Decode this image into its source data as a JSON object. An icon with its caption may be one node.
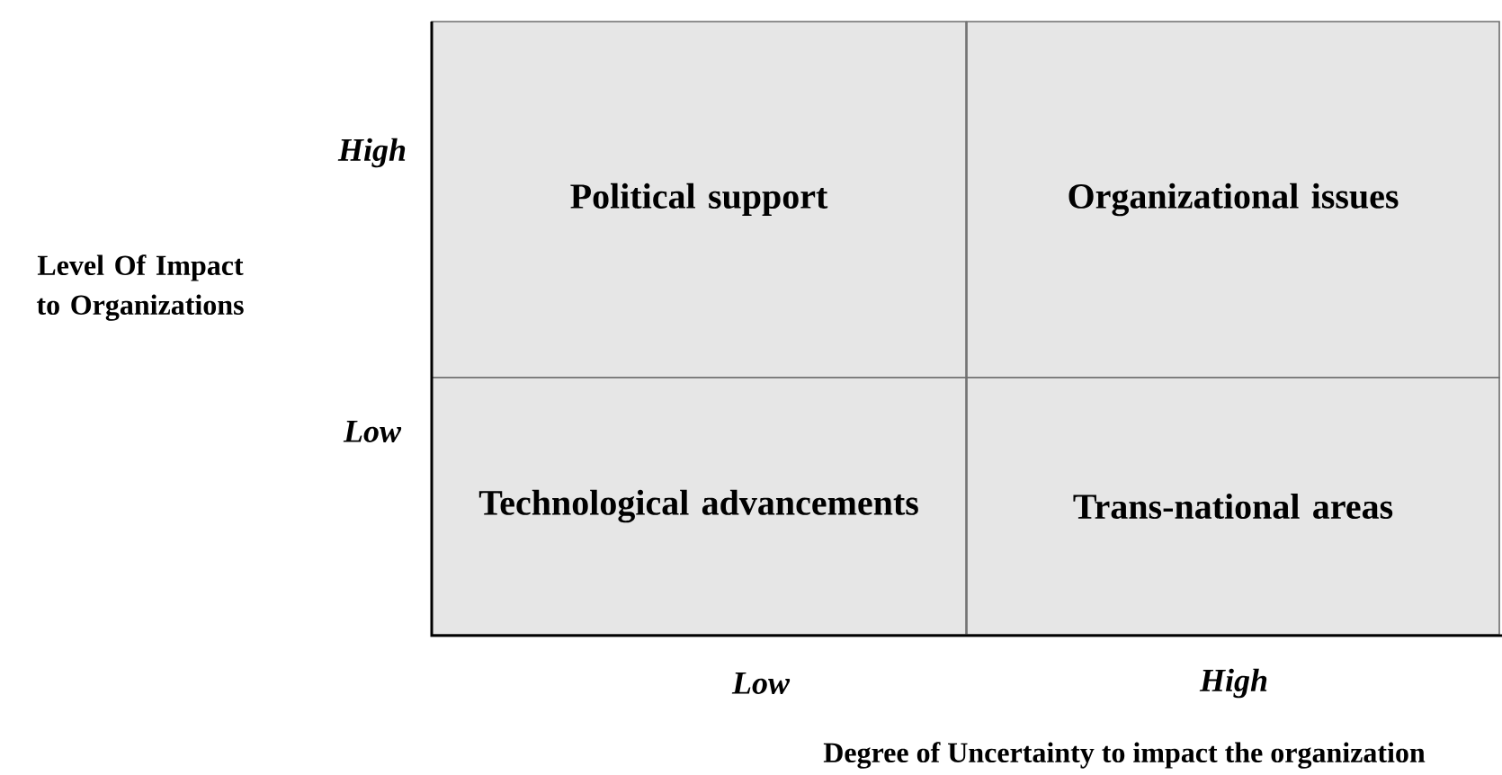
{
  "diagram": {
    "nodes": [
      {
        "text": [
          "Political support"
        ]
      },
      {
        "text": [
          "Organizational issues"
        ]
      },
      {
        "text": [
          "Technological advancements"
        ]
      },
      {
        "text": [
          "Trans-national areas"
        ]
      }
    ],
    "labels": [
      "High",
      "Level Of Impact to Organizations",
      "Low",
      "Low",
      "High",
      "Degree of Uncertainty to impact the organization"
    ]
  }
}
